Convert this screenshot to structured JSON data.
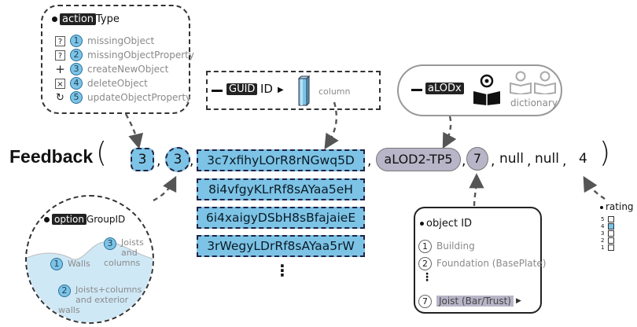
{
  "action_box": {
    "title_tag": "action",
    "title_rest": "Type",
    "items": [
      {
        "symbol": "?",
        "num": "1",
        "label": "missingObject"
      },
      {
        "symbol": "?",
        "num": "2",
        "label": "missingObjectProperty"
      },
      {
        "symbol": "+",
        "num": "3",
        "label": "createNewObject"
      },
      {
        "symbol": "×",
        "num": "4",
        "label": "deleteObject"
      },
      {
        "symbol": "↻",
        "num": "5",
        "label": "updateObjectProperty"
      }
    ]
  },
  "guid_box": {
    "tag": "GUID",
    "id_text": "ID",
    "column_label": "column"
  },
  "alod_box": {
    "tag": "aLODx",
    "dictionary_label": "dictionary"
  },
  "feedback": {
    "label": "Feedback",
    "open_paren": "(",
    "close_paren": ")",
    "action_value": "3",
    "option_value": "3",
    "guids": [
      "3c7xfihyLOrR8rNGwq5D",
      "8i4vfgyKLrRf8sAYaa5eH",
      "6i4xaigyDSbH8sBfajaieE",
      "3rWegyLDrRf8sAYaa5rW"
    ],
    "ellipsis": "⋮",
    "alod_value": "aLOD2-TP5",
    "object_value": "7",
    "null1": "null",
    "null2": "null",
    "rating_value": "4",
    "comma": ","
  },
  "option_circle": {
    "title_tag": "option",
    "title_rest": "GroupID",
    "items": [
      {
        "num": "1",
        "label": "Walls"
      },
      {
        "num": "2",
        "label": "Joists+columns and exterior walls"
      },
      {
        "num": "3",
        "label": "Joists and columns"
      }
    ]
  },
  "object_box": {
    "title": "object ID",
    "items": [
      {
        "num": "1",
        "label": "Building"
      },
      {
        "num": "2",
        "label": "Foundation (BasePlate)"
      },
      {
        "num": "7",
        "label": "Joist (Bar/Trust)"
      }
    ],
    "ellipsis": "⋮"
  },
  "rating": {
    "title": "rating",
    "levels": [
      "5",
      "4",
      "3",
      "2",
      "1"
    ],
    "selected": "4"
  }
}
